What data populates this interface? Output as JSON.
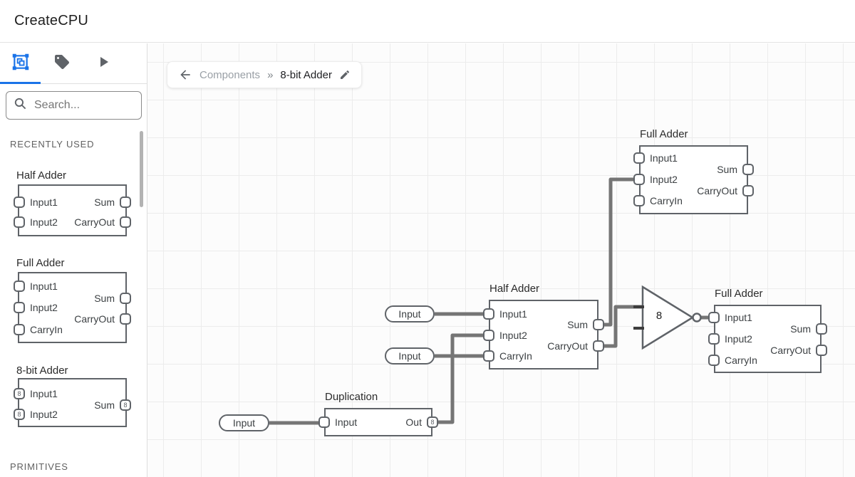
{
  "app": {
    "title": "CreateCPU"
  },
  "colors": {
    "accent": "#1a73e8",
    "wire": "#757575",
    "outline": "#5f6368"
  },
  "sidebar": {
    "search_placeholder": "Search...",
    "section_recently_used": "RECENTLY USED",
    "section_primitives": "PRIMITIVES",
    "tabs": [
      {
        "icon": "components-icon",
        "active": true
      },
      {
        "icon": "tag-icon",
        "active": false
      },
      {
        "icon": "play-icon",
        "active": false
      }
    ],
    "components": [
      {
        "title": "Half Adder",
        "left": [
          {
            "label": "Input1"
          },
          {
            "label": "Input2"
          }
        ],
        "right": [
          {
            "label": "Sum"
          },
          {
            "label": "CarryOut"
          }
        ]
      },
      {
        "title": "Full Adder",
        "left": [
          {
            "label": "Input1"
          },
          {
            "label": "Input2"
          },
          {
            "label": "CarryIn"
          }
        ],
        "right": [
          {
            "label": "Sum"
          },
          {
            "label": "CarryOut"
          }
        ]
      },
      {
        "title": "8-bit Adder",
        "left": [
          {
            "label": "Input1",
            "bits": "8"
          },
          {
            "label": "Input2",
            "bits": "8"
          }
        ],
        "right": [
          {
            "label": "Sum",
            "bits": "8"
          }
        ]
      }
    ]
  },
  "breadcrumb": {
    "parent": "Components",
    "separator": "»",
    "current": "8-bit Adder"
  },
  "canvas": {
    "nodes": {
      "input_a": {
        "label": "Input"
      },
      "input_b": {
        "label": "Input"
      },
      "input_c": {
        "label": "Input"
      },
      "duplication": {
        "title": "Duplication",
        "left": [
          {
            "label": "Input"
          }
        ],
        "right": [
          {
            "label": "Out",
            "bits": "8"
          }
        ]
      },
      "half_adder": {
        "title": "Half Adder",
        "left": [
          {
            "label": "Input1"
          },
          {
            "label": "Input2"
          },
          {
            "label": "CarryIn"
          }
        ],
        "right": [
          {
            "label": "Sum"
          },
          {
            "label": "CarryOut"
          }
        ]
      },
      "full_adder_top": {
        "title": "Full Adder",
        "left": [
          {
            "label": "Input1"
          },
          {
            "label": "Input2"
          },
          {
            "label": "CarryIn"
          }
        ],
        "right": [
          {
            "label": "Sum"
          },
          {
            "label": "CarryOut"
          }
        ]
      },
      "full_adder_right": {
        "title": "Full Adder",
        "left": [
          {
            "label": "Input1"
          },
          {
            "label": "Input2"
          },
          {
            "label": "CarryIn"
          }
        ],
        "right": [
          {
            "label": "Sum"
          },
          {
            "label": "CarryOut"
          }
        ]
      },
      "buffer": {
        "label": "8"
      }
    }
  }
}
